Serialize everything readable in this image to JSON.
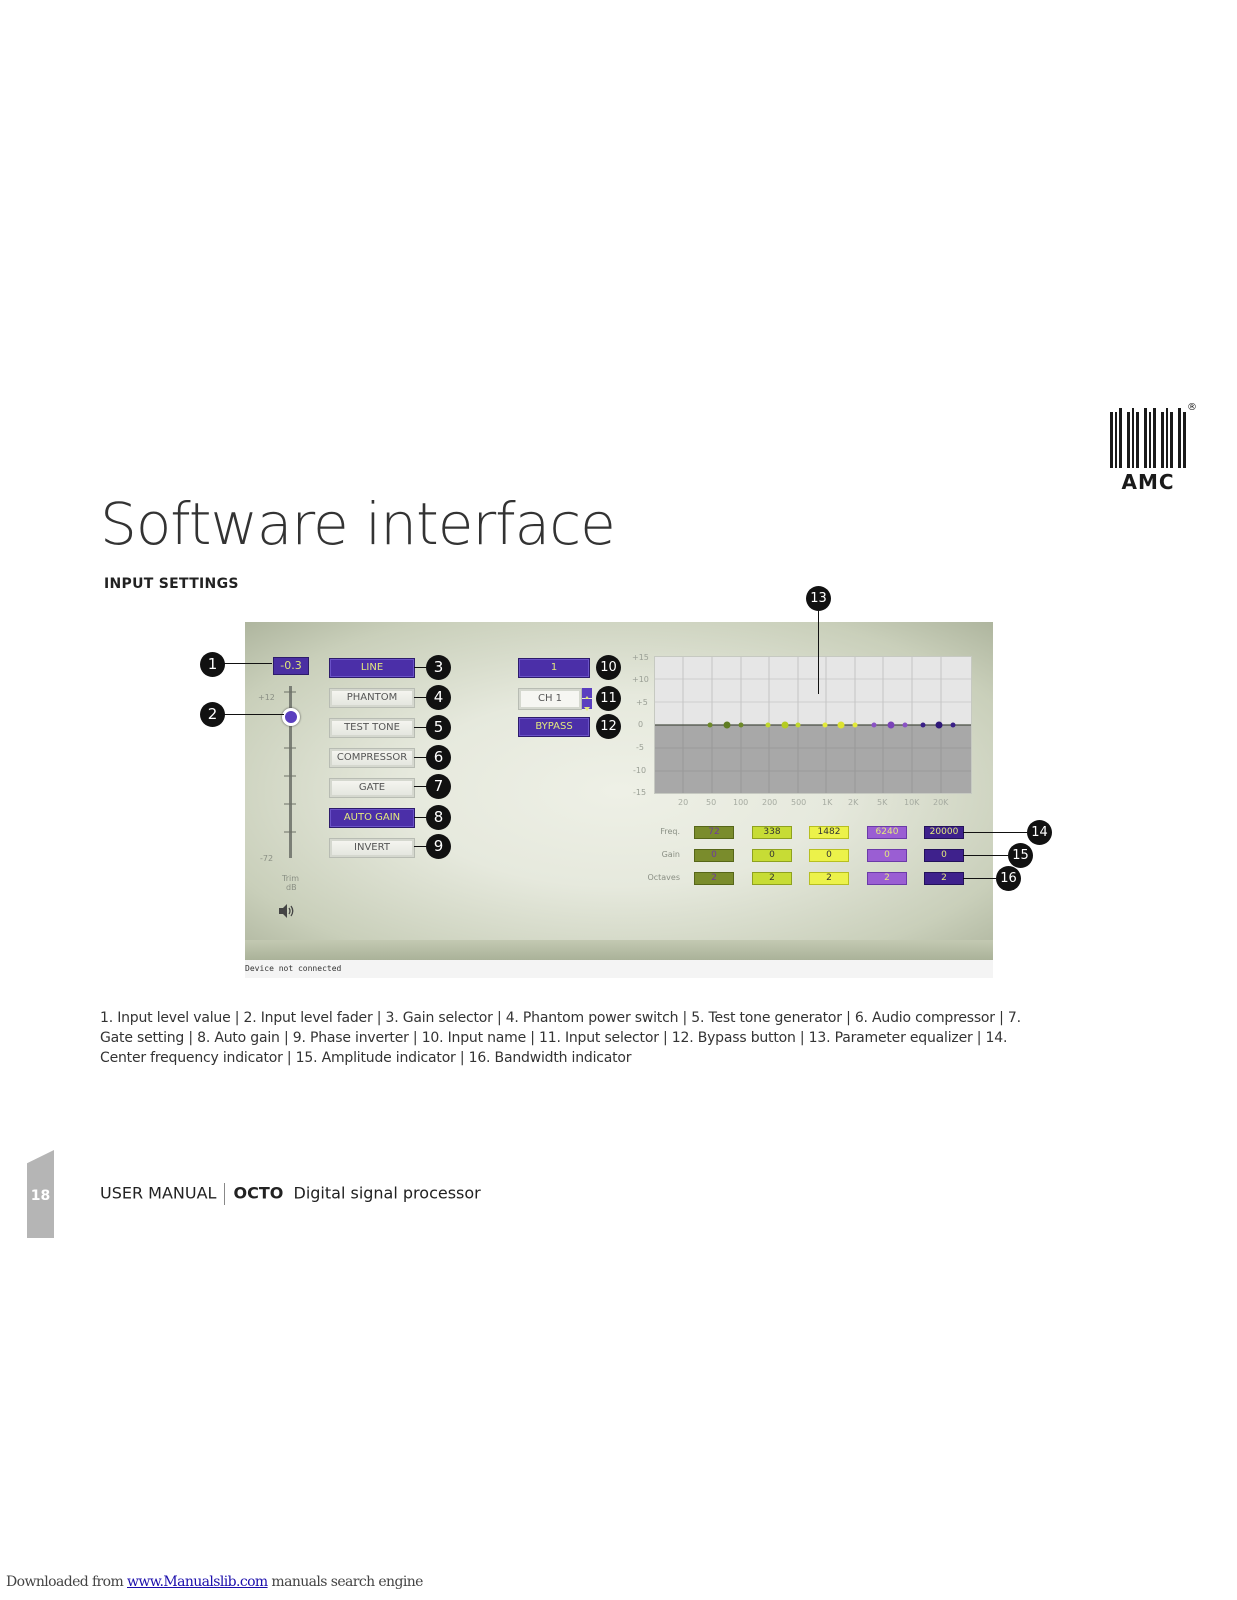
{
  "logo": {
    "text": "AMC",
    "reg": "®"
  },
  "page": {
    "title": "Software interface",
    "subtitle": "INPUT SETTINGS"
  },
  "ui": {
    "input_value": "-0.3",
    "fader": {
      "top_label": "+12",
      "bottom_label": "-72",
      "trim_label": "Trim",
      "unit_label": "dB"
    },
    "buttons": {
      "line": "LINE",
      "phantom": "PHANTOM",
      "test_tone": "TEST TONE",
      "compressor": "COMPRESSOR",
      "gate": "GATE",
      "auto_gain": "AUTO GAIN",
      "invert": "INVERT"
    },
    "input_name": "1",
    "input_selector": "CH 1",
    "bypass": "BYPASS",
    "eq": {
      "y_labels": [
        "+15",
        "+10",
        "+5",
        "0",
        "-5",
        "-10",
        "-15"
      ],
      "x_labels": [
        "20",
        "50",
        "100",
        "200",
        "500",
        "1K",
        "2K",
        "5K",
        "10K",
        "20K"
      ]
    },
    "params": {
      "freq_label": "Freq.",
      "gain_label": "Gain",
      "octaves_label": "Octaves",
      "freq": [
        "72",
        "338",
        "1482",
        "6240",
        "20000"
      ],
      "gain": [
        "0",
        "0",
        "0",
        "0",
        "0"
      ],
      "octaves": [
        "2",
        "2",
        "2",
        "2",
        "2"
      ]
    },
    "status": "Device  not connected"
  },
  "callouts": [
    "1",
    "2",
    "3",
    "4",
    "5",
    "6",
    "7",
    "8",
    "9",
    "10",
    "11",
    "12",
    "13",
    "14",
    "15",
    "16"
  ],
  "caption": "1. Input level value | 2. Input level fader | 3. Gain selector | 4.  Phantom power switch  | 5. Test tone generator  | 6. Audio compressor  | 7. Gate setting | 8. Auto gain | 9. Phase inverter | 10. Input name | 11. Input selector | 12.  Bypass button | 13. Parameter equalizer | 14. Center frequency indicator | 15. Amplitude indicator | 16. Bandwidth indicator",
  "footer": {
    "page_number": "18",
    "manual": "USER MANUAL",
    "product": "OCTO",
    "product_desc": "Digital signal processor"
  },
  "source": {
    "prefix": "Downloaded from ",
    "link": "www.Manualslib.com",
    "suffix": "  manuals search engine"
  },
  "colors": {
    "accent_purple": "#4b2fa8",
    "accent_yellow": "#e3ea7d",
    "callout": "#111111"
  }
}
